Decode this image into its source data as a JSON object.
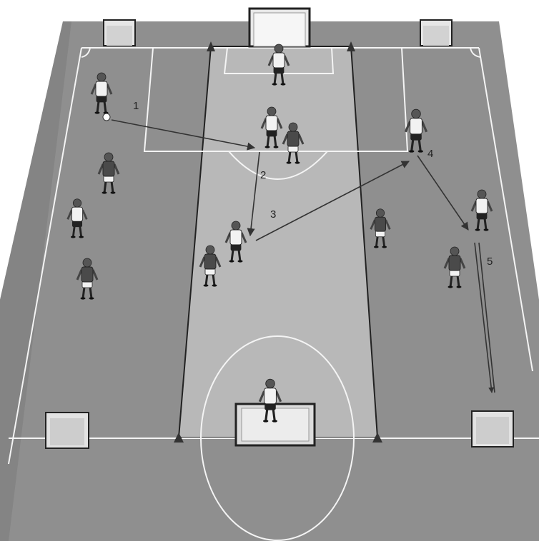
{
  "diagram": {
    "steps": [
      {
        "label": "1"
      },
      {
        "label": "2"
      },
      {
        "label": "3"
      },
      {
        "label": "4"
      },
      {
        "label": "5"
      }
    ]
  },
  "colors": {
    "pitch": "#8c8c8c",
    "zone": "#b5b5b5",
    "lines": "#f2f2f2",
    "player_light": "#f2f2f2",
    "player_dark": "#4a4a4a",
    "arrow": "#333333"
  }
}
